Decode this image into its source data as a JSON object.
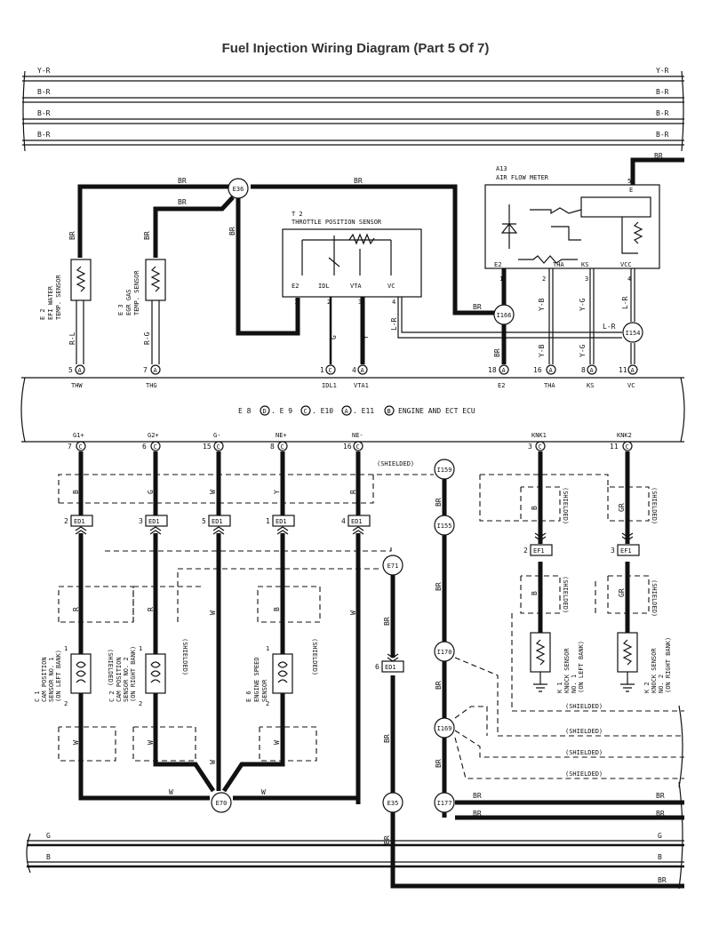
{
  "title": "Fuel Injection Wiring Diagram (Part 5 Of 7)",
  "top_buses": [
    "Y-R",
    "B-R",
    "B-R",
    "B-R"
  ],
  "bottom_buses": [
    "G",
    "B",
    "BR"
  ],
  "bottom_br_labels": [
    "BR",
    "BR",
    "BR",
    "BR"
  ],
  "sensors": {
    "e2": {
      "code": "E 2",
      "name1": "EFI WATER",
      "name2": "TEMP. SENSOR",
      "wire_top": "BR",
      "wire_bot": "R-L",
      "pin": "5",
      "conn": "A",
      "ecu": "THW"
    },
    "e3": {
      "code": "E 3",
      "name1": "EGR GAS",
      "name2": "TEMP. SENSOR",
      "wire_top": "BR",
      "wire_bot": "R-G",
      "pin": "7",
      "conn": "A",
      "ecu": "THG"
    },
    "t2": {
      "code": "T 2",
      "name": "THROTTLE POSITION SENSOR",
      "pins": [
        "E2",
        "IDL",
        "VTA",
        "VC"
      ],
      "pin_nums": [
        "1",
        "2",
        "3",
        "4"
      ]
    },
    "a13": {
      "code": "A13",
      "name": "AIR FLOW METER",
      "pins": [
        "E2",
        "THA",
        "KS",
        "VCC"
      ],
      "pin_nums": [
        "1",
        "2",
        "3",
        "4"
      ],
      "pin_e": "E",
      "pin5": "5"
    }
  },
  "wire_labels": {
    "br_top1": "BR",
    "br_top2": "BR",
    "br_e36": "BR",
    "br_t2": "BR",
    "br_a13": "BR",
    "br_a13_top": "BR",
    "g": "G",
    "y": "Y",
    "lr1": "L-R",
    "lr2": "L-R",
    "lr3": "L-R",
    "yb1": "Y-B",
    "yb2": "Y-B",
    "yg1": "Y-G",
    "yg2": "Y-G",
    "br_i166": "BR"
  },
  "junctions": {
    "e36": "E36",
    "i166": "I166",
    "i154": "I154",
    "i159": "I159",
    "i155": "I155",
    "e71": "E71",
    "i170": "I170",
    "i169": "I169",
    "e70": "E70",
    "e35": "E35",
    "i177": "I177"
  },
  "ecu_top_pins": [
    {
      "num": "5",
      "conn": "A",
      "name": "THW"
    },
    {
      "num": "7",
      "conn": "A",
      "name": "THG"
    },
    {
      "num": "1",
      "conn": "C",
      "name": "IDL1"
    },
    {
      "num": "4",
      "conn": "A",
      "name": "VTA1"
    },
    {
      "num": "18",
      "conn": "A",
      "name": "E2"
    },
    {
      "num": "16",
      "conn": "A",
      "name": "THA"
    },
    {
      "num": "8",
      "conn": "A",
      "name": "KS"
    },
    {
      "num": "11",
      "conn": "A",
      "name": "VC"
    }
  ],
  "ecu_label": {
    "e8": "E 8",
    "e8c": "D",
    "e9": ". E 9",
    "e9c": "C",
    "e10": ". E10",
    "e10c": "A",
    "e11": ". E11",
    "e11c": "B",
    "name": "ENGINE AND ECT ECU"
  },
  "ecu_bottom_pins": [
    {
      "num": "7",
      "conn": "C",
      "name": "G1+"
    },
    {
      "num": "6",
      "conn": "C",
      "name": "G2+"
    },
    {
      "num": "15",
      "conn": "C",
      "name": "G-"
    },
    {
      "num": "8",
      "conn": "C",
      "name": "NE+"
    },
    {
      "num": "16",
      "conn": "C",
      "name": "NE-"
    },
    {
      "num": "3",
      "conn": "C",
      "name": "KNK1"
    },
    {
      "num": "11",
      "conn": "C",
      "name": "KNK2"
    }
  ],
  "lower_wires": {
    "b": "B",
    "g": "G",
    "w": "W",
    "y": "Y",
    "r": "R",
    "gr": "GR",
    "br": "BR"
  },
  "ed1": [
    {
      "num": "2",
      "label": "ED1"
    },
    {
      "num": "3",
      "label": "ED1"
    },
    {
      "num": "5",
      "label": "ED1"
    },
    {
      "num": "1",
      "label": "ED1"
    },
    {
      "num": "4",
      "label": "ED1"
    },
    {
      "num": "6",
      "label": "ED1"
    }
  ],
  "ef1": [
    {
      "num": "2",
      "label": "EF1"
    },
    {
      "num": "3",
      "label": "EF1"
    }
  ],
  "shielded": "(SHIELDED)",
  "lower_sensors": {
    "c1": {
      "code": "C 1",
      "l1": "CAM POSITION",
      "l2": "SENSOR NO. 1",
      "l3": "(ON LEFT BANK)"
    },
    "c2": {
      "code": "C 2",
      "l1": "CAM POSITION",
      "l2": "SENSOR NO. 2",
      "l3": "(ON RIGHT BANK)"
    },
    "e6": {
      "code": "E 6",
      "l1": "ENGINE SPEED",
      "l2": "SENSOR"
    },
    "k1": {
      "code": "K 1",
      "l1": "KNOCK SENSOR",
      "l2": "NO. 1",
      "l3": "(ON LEFT BANK)"
    },
    "k2": {
      "code": "K 2",
      "l1": "KNOCK SENSOR",
      "l2": "NO. 2",
      "l3": "(ON RIGHT BANK)"
    }
  },
  "sensor_pins": {
    "one": "1",
    "two": "2"
  }
}
